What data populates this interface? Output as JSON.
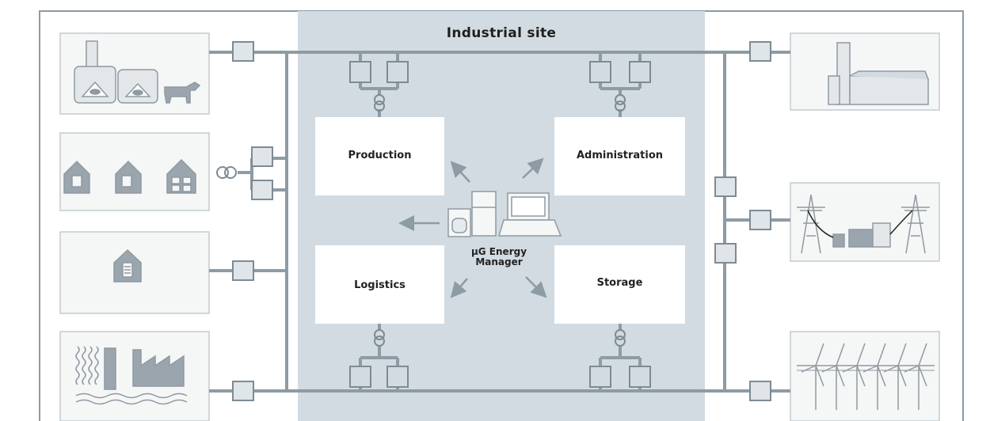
{
  "title": "Industrial site",
  "areas": {
    "production": "Production",
    "administration": "Administration",
    "logistics": "Logistics",
    "storage": "Storage"
  },
  "manager": "µG Energy\nManager",
  "colors": {
    "background": "#ffffff",
    "site_fill": "#d2dbe1",
    "panel_fill": "#f5f6f6",
    "line": "#8d9ba4",
    "icon": "#8e9aa2",
    "box": "#ffffff"
  },
  "icons": {
    "left": [
      "biogas-plant-icon",
      "households-icon",
      "house-icon",
      "hydro-factory-icon"
    ],
    "right": [
      "power-plant-icon",
      "transmission-grid-icon",
      "wind-farm-icon"
    ],
    "center": "energy-manager-computer-icon"
  }
}
